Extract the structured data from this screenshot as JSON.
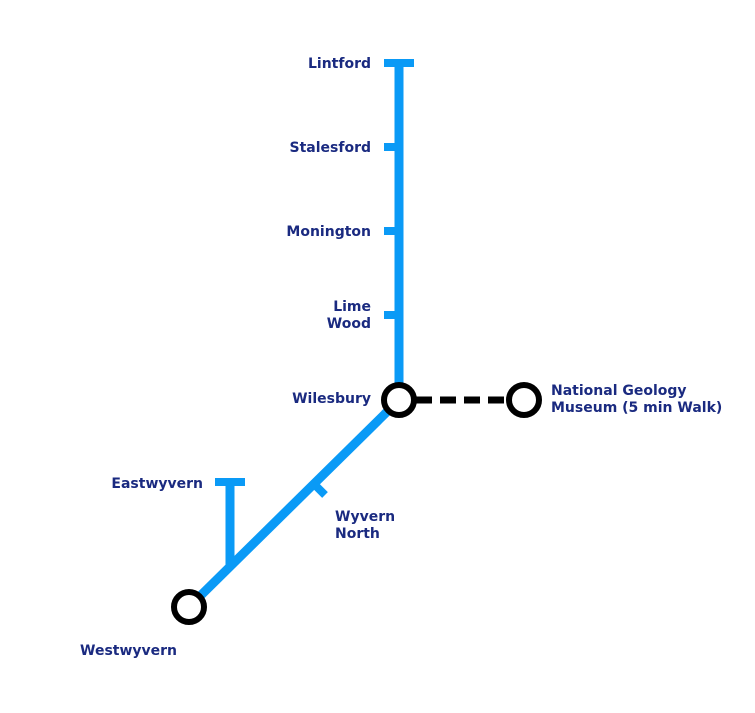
{
  "colors": {
    "line": "#0a9af6",
    "interchange": "#000000",
    "walk_link": "#000000",
    "label": "#1a2a80",
    "background": "#ffffff"
  },
  "stations": {
    "lintford": "Lintford",
    "stalesford": "Stalesford",
    "monington": "Monington",
    "lime_wood_line1": "Lime",
    "lime_wood_line2": "Wood",
    "wilesbury": "Wilesbury",
    "national_geology_line1": "National Geology",
    "national_geology_line2": "Museum (5 min Walk)",
    "eastwyvern": "Eastwyvern",
    "wyvern_north_line1": "Wyvern",
    "wyvern_north_line2": "North",
    "westwyvern": "Westwyvern"
  }
}
